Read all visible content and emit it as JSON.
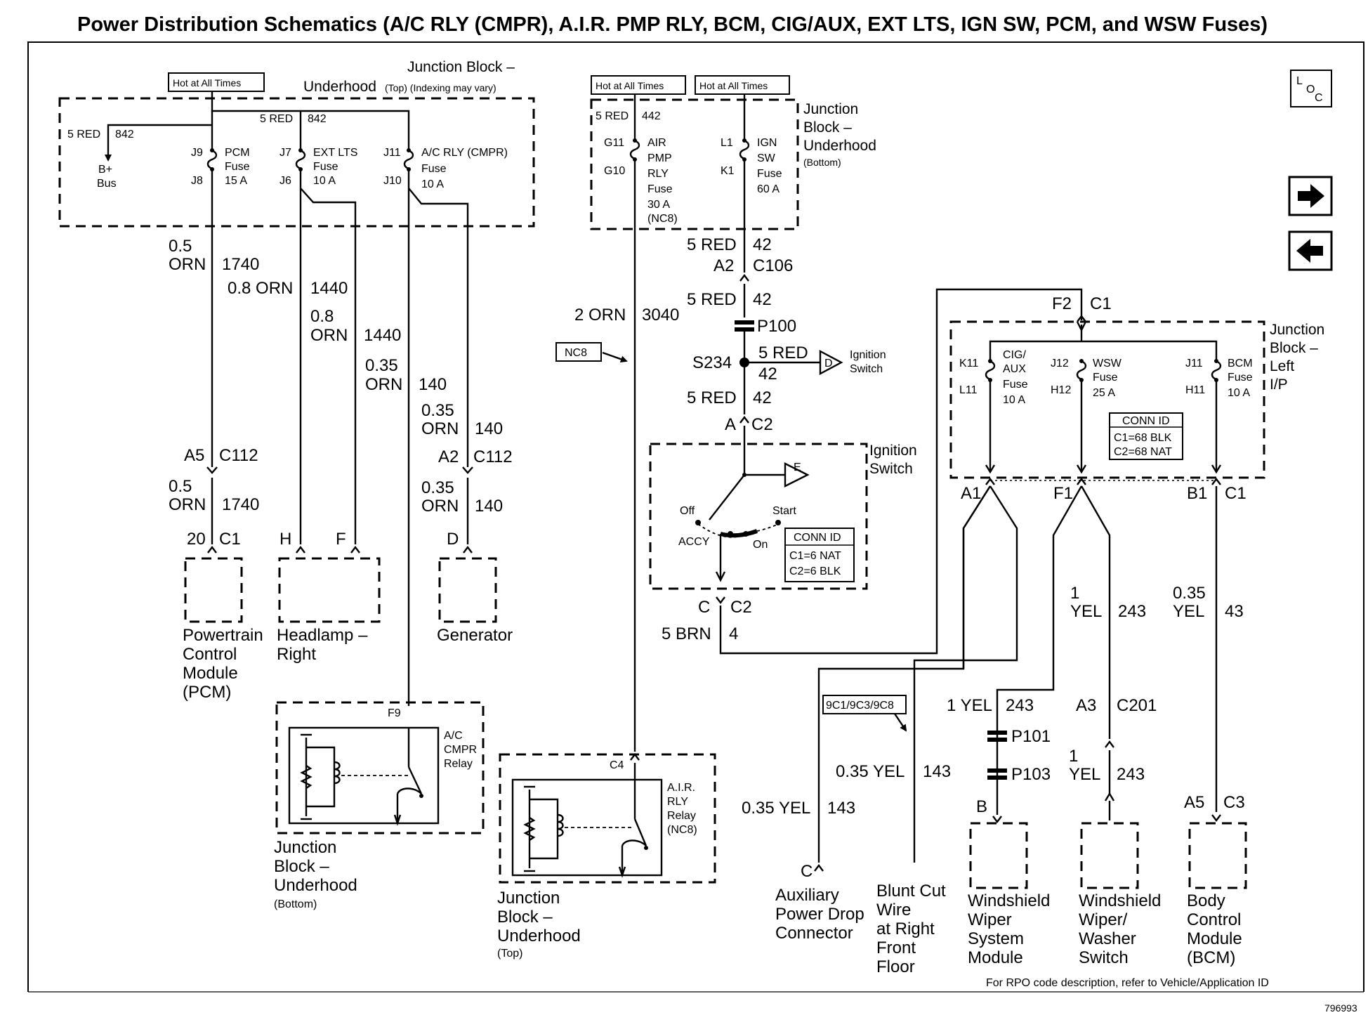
{
  "title": "Power Distribution Schematics (A/C RLY (CMPR), A.I.R. PMP RLY, BCM, CIG/AUX, EXT LTS, IGN SW, PCM, and WSW Fuses)",
  "nav": {
    "loc_l": "L",
    "loc_o": "O",
    "loc_c": "C"
  },
  "jb_top": {
    "title1": "Junction Block –",
    "title2": "Underhood",
    "title3": "(Top) (Indexing may vary)",
    "hot": "Hot at All Times",
    "bus_wire": "5 RED",
    "bus_circuit": "842",
    "left_wire": "5 RED",
    "left_circuit": "842",
    "bplus1": "B+",
    "bplus2": "Bus",
    "pcm_fuse": {
      "pin_in": "J9",
      "pin_out": "J8",
      "l1": "PCM",
      "l2": "Fuse",
      "l3": "15 A"
    },
    "ext_fuse": {
      "pin_in": "J7",
      "pin_out": "J6",
      "l1": "EXT LTS",
      "l2": "Fuse",
      "l3": "10 A"
    },
    "ac_fuse": {
      "pin_in": "J11",
      "pin_out": "J10",
      "l1": "A/C RLY (CMPR)",
      "l2": "Fuse",
      "l3": "10 A"
    }
  },
  "jb_bottom": {
    "hot1": "Hot at All Times",
    "hot2": "Hot at All Times",
    "title1": "Junction",
    "title2": "Block –",
    "title3": "Underhood",
    "title4": "(Bottom)",
    "wire": "5 RED",
    "circuit": "442",
    "air_fuse": {
      "pin_in": "G11",
      "pin_out": "G10",
      "l1": "AIR",
      "l2": "PMP",
      "l3": "RLY",
      "l4": "Fuse",
      "l5": "30 A",
      "l6": "(NC8)"
    },
    "ign_fuse": {
      "pin_in": "L1",
      "pin_out": "K1",
      "l1": "IGN",
      "l2": "SW",
      "l3": "Fuse",
      "l4": "60 A"
    }
  },
  "pcm_branch": {
    "w1": "0.5",
    "w1b": "ORN",
    "c1": "1740",
    "conn_pin": "A5",
    "conn": "C112",
    "w2": "0.5",
    "w2b": "ORN",
    "c2": "1740",
    "pin": "20",
    "pin_conn": "C1",
    "comp1": "Powertrain",
    "comp2": "Control",
    "comp3": "Module",
    "comp4": "(PCM)"
  },
  "headlamp_branch": {
    "w1": "0.8 ORN",
    "c1": "1440",
    "w2": "0.8",
    "w2b": "ORN",
    "c2": "1440",
    "pin_h": "H",
    "pin_f": "F",
    "comp1": "Headlamp –",
    "comp2": "Right"
  },
  "ac_branch": {
    "w1": "0.35",
    "w1b": "ORN",
    "c1": "140",
    "w2": "0.35",
    "w2b": "ORN",
    "c2": "140",
    "conn_pin": "A2",
    "conn": "C112",
    "w3": "0.35",
    "w3b": "ORN",
    "c3": "140",
    "pin": "D",
    "comp": "Generator"
  },
  "ac_relay": {
    "pin": "F9",
    "l1": "A/C",
    "l2": "CMPR",
    "l3": "Relay",
    "jb1": "Junction",
    "jb2": "Block –",
    "jb3": "Underhood",
    "jb4": "(Bottom)"
  },
  "air_branch": {
    "wire": "2 ORN",
    "circuit": "3040",
    "option": "NC8",
    "pin": "C4",
    "l1": "A.I.R.",
    "l2": "RLY",
    "l3": "Relay",
    "l4": "(NC8)",
    "jb1": "Junction",
    "jb2": "Block –",
    "jb3": "Underhood",
    "jb4": "(Top)"
  },
  "ign_branch": {
    "w1": "5 RED",
    "c1": "42",
    "conn_pin": "A2",
    "conn": "C106",
    "w2": "5 RED",
    "c2": "42",
    "splice_p": "P100",
    "splice_s": "S234",
    "tap_wire": "5 RED",
    "tap_circuit": "42",
    "tap_dest1": "Ignition",
    "tap_dest2": "Switch",
    "tap_letter": "D",
    "w3": "5 RED",
    "c3": "42",
    "sw_pin_a": "A",
    "sw_conn_a": "C2",
    "sw_title1": "Ignition",
    "sw_title2": "Switch",
    "sw_e": "E",
    "pos_off": "Off",
    "pos_start": "Start",
    "pos_accy": "ACCY",
    "pos_on": "On",
    "connid_title": "CONN ID",
    "connid_1": "C1=6 NAT",
    "connid_2": "C2=6 BLK",
    "sw_pin_c": "C",
    "sw_conn_c": "C2",
    "w4": "5 BRN",
    "c4": "4"
  },
  "jb_left": {
    "title1": "Junction",
    "title2": "Block –",
    "title3": "Left",
    "title4": "I/P",
    "in_pin": "F2",
    "in_conn": "C1",
    "cig_fuse": {
      "pin_in": "K11",
      "pin_out": "L11",
      "l1": "CIG/",
      "l2": "AUX",
      "l3": "Fuse",
      "l4": "10 A"
    },
    "wsw_fuse": {
      "pin_in": "J12",
      "pin_out": "H12",
      "l1": "WSW",
      "l2": "Fuse",
      "l3": "25 A"
    },
    "bcm_fuse": {
      "pin_in": "J11",
      "pin_out": "H11",
      "l1": "BCM",
      "l2": "Fuse",
      "l3": "10 A"
    },
    "connid_title": "CONN ID",
    "connid_1": "C1=68 BLK",
    "connid_2": "C2=68 NAT",
    "out_a": "A1",
    "out_f": "F1",
    "out_b": "B1",
    "out_c": "C1"
  },
  "cig_branch": {
    "option": "9C1/9C3/9C8",
    "w1": "0.35 YEL",
    "c1": "143",
    "w2": "0.35 YEL",
    "c2": "143",
    "pin": "C",
    "comp1": "Auxiliary",
    "comp2": "Power Drop",
    "comp3": "Connector",
    "blunt1": "Blunt Cut",
    "blunt2": "Wire",
    "blunt3": "at Right",
    "blunt4": "Front",
    "blunt5": "Floor"
  },
  "wsw_branch": {
    "w1": "1",
    "w1b": "YEL",
    "c1": "243",
    "w2": "1 YEL",
    "c2": "243",
    "splice1": "P101",
    "splice2": "P103",
    "pin_b": "B",
    "comp_a1": "Windshield",
    "comp_a2": "Wiper",
    "comp_a3": "System",
    "comp_a4": "Module",
    "conn_pin": "A3",
    "conn": "C201",
    "w3": "1",
    "w3b": "YEL",
    "c3": "243",
    "comp_b1": "Windshield",
    "comp_b2": "Wiper/",
    "comp_b3": "Washer",
    "comp_b4": "Switch"
  },
  "bcm_branch": {
    "w1": "0.35",
    "w1b": "YEL",
    "c1": "43",
    "pin": "A5",
    "conn": "C3",
    "comp1": "Body",
    "comp2": "Control",
    "comp3": "Module",
    "comp4": "(BCM)"
  },
  "footer": "For RPO code description, refer to Vehicle/Application ID",
  "figure_id": "796993"
}
